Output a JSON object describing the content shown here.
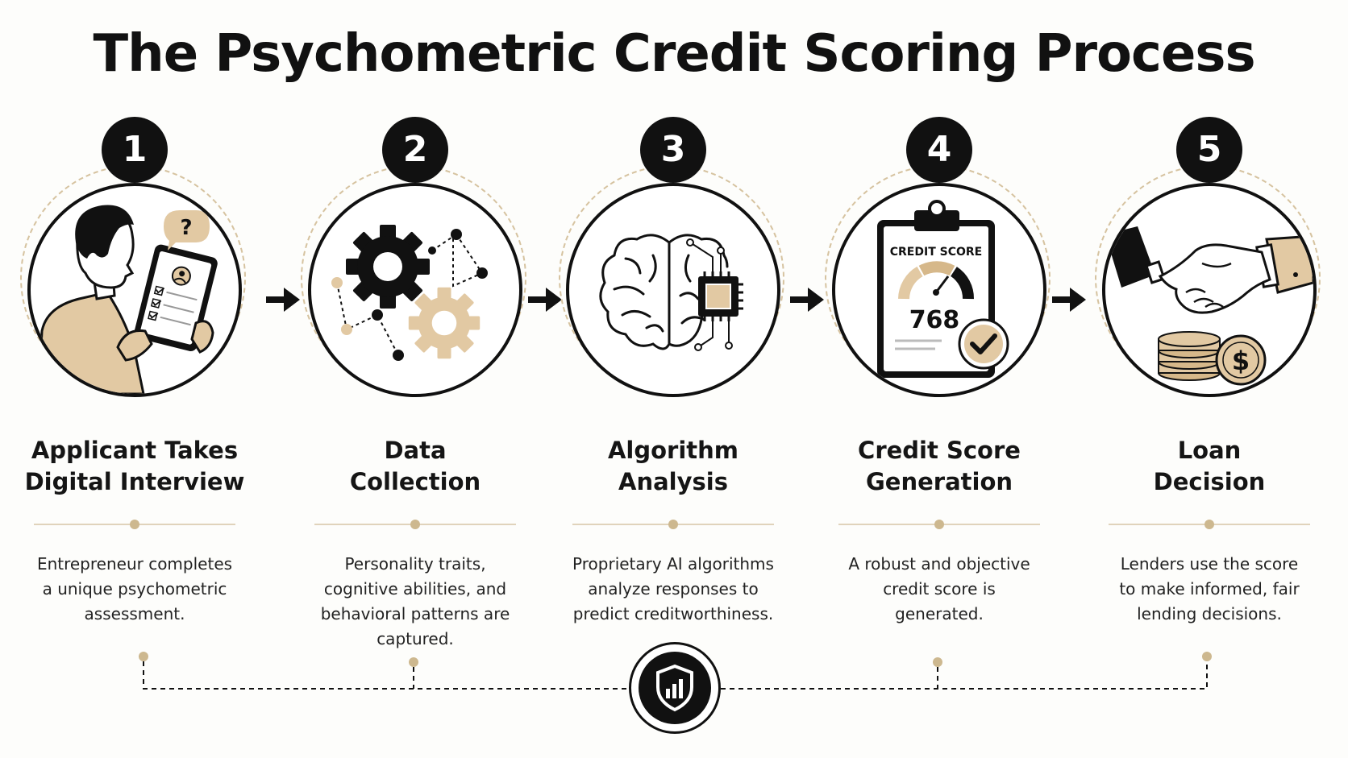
{
  "title": "The Psychometric Credit Scoring Process",
  "colors": {
    "accent": "#cdb88f",
    "tan": "#e2c9a3",
    "ink": "#111111"
  },
  "steps": [
    {
      "number": "1",
      "title_line1": "Applicant Takes",
      "title_line2": "Digital Interview",
      "desc_lines": [
        "Entrepreneur completes",
        "a unique psychometric",
        "assessment.",
        ""
      ],
      "icon": "person-with-tablet-icon"
    },
    {
      "number": "2",
      "title_line1": "Data",
      "title_line2": "Collection",
      "desc_lines": [
        "Personality traits,",
        "cognitive abilities, and",
        "behavioral patterns are",
        "captured."
      ],
      "icon": "gears-network-icon"
    },
    {
      "number": "3",
      "title_line1": "Algorithm",
      "title_line2": "Analysis",
      "desc_lines": [
        "Proprietary AI algorithms",
        "analyze responses to",
        "predict creditworthiness.",
        ""
      ],
      "icon": "brain-chip-icon"
    },
    {
      "number": "4",
      "title_line1": "Credit Score",
      "title_line2": "Generation",
      "desc_lines": [
        "A robust and objective",
        "credit score is",
        "generated.",
        ""
      ],
      "icon": "clipboard-score-icon",
      "card_label": "CREDIT SCORE",
      "card_value": "768"
    },
    {
      "number": "5",
      "title_line1": "Loan",
      "title_line2": "Decision",
      "desc_lines": [
        "Lenders use the score",
        "to make informed, fair",
        "lending decisions.",
        ""
      ],
      "icon": "handshake-coins-icon",
      "coin_symbol": "$"
    }
  ],
  "footer_icon": "shield-chart-icon"
}
